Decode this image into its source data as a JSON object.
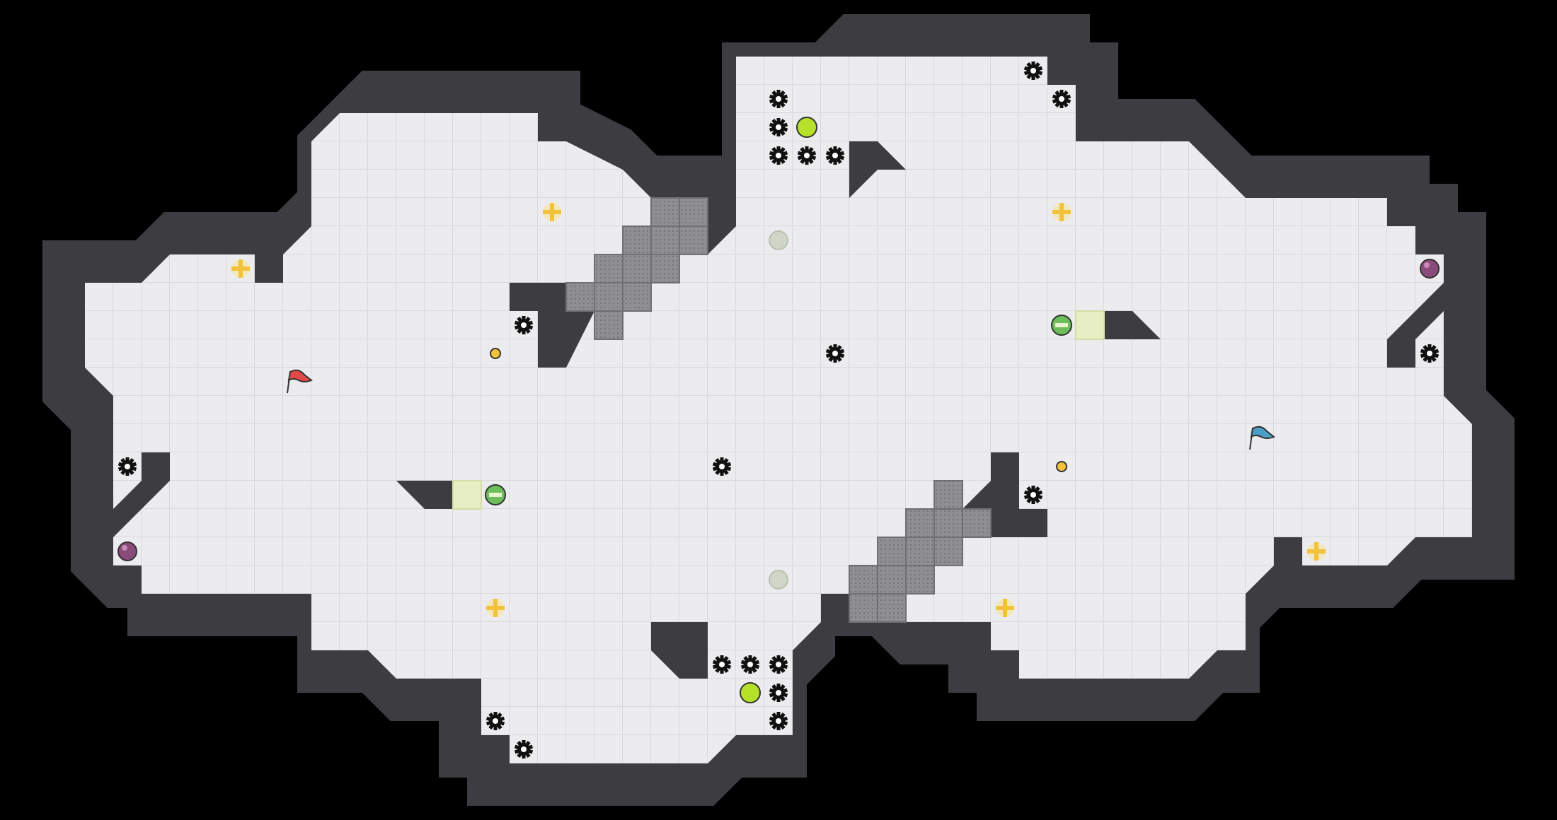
{
  "screen": {
    "name": "level-map",
    "colors": {
      "background": "#000000",
      "wall": "#3d3d41",
      "floor": "#ececee",
      "grid_line": "#d9d9dc",
      "crate": "#8e8e93",
      "spawn": "#e8eec3",
      "lime_orb": "#b6e02a",
      "ghost_orb": "#cfd6c8",
      "gold_token": "#f2c23a",
      "red_flag": "#e24848",
      "blue_flag": "#4a9fc6",
      "purple_potion": "#8a4a7a",
      "green_bot": "#6cbe5a"
    }
  },
  "legend": {
    "teams": [
      {
        "name": "red-team",
        "icon": "red-flag-icon"
      },
      {
        "name": "blue-team",
        "icon": "blue-flag-icon"
      }
    ],
    "entities": [
      "gear-mine-icon",
      "lime-orb-icon",
      "ghost-orb-icon",
      "gold-cross-token-icon",
      "small-gold-coin-icon",
      "purple-potion-icon",
      "green-bot-icon",
      "spawn-pad",
      "metal-crate"
    ]
  }
}
